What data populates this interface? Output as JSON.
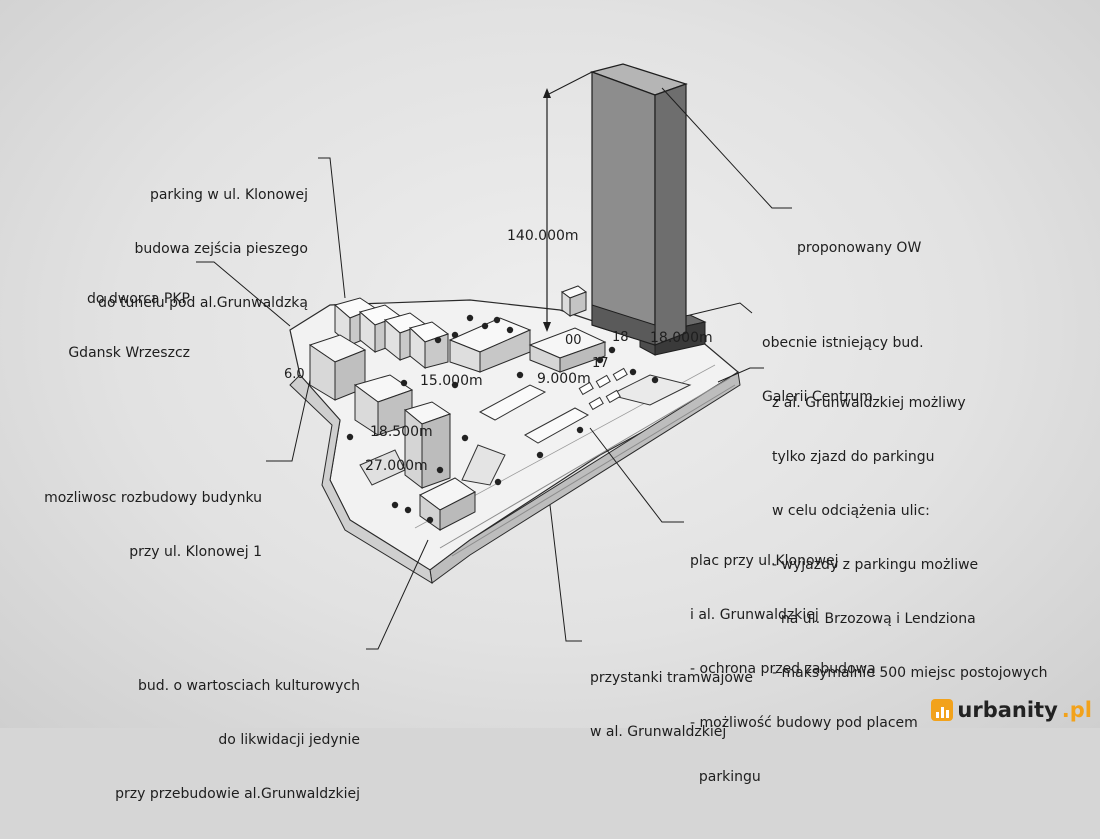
{
  "annotations": {
    "parking_klonowa": [
      "parking w ul. Klonowej",
      "budowa zejścia pieszego",
      "do tunelu pod al.Grunwaldzką"
    ],
    "dworzec": [
      "do dworca PKP",
      "Gdansk Wrzeszcz"
    ],
    "rozbudowa": [
      "mozliwosc rozbudowy budynku",
      "przy ul. Klonowej 1"
    ],
    "kulturowe": [
      "bud. o wartosciach kulturowych",
      "do likwidacji jedynie",
      "przy przebudowie al.Grunwaldzkiej"
    ],
    "proponowany": [
      "proponowany OW"
    ],
    "galeria": [
      "obecnie istniejący bud.",
      "Galerii Centrum"
    ],
    "zjazd": [
      "z al. Grunwaldzkiej możliwy",
      "tylko zjazd do parkingu",
      "w celu odciążenia ulic:",
      "- wyjazdy z parkingu możliwe",
      "  na ul. Brzozową i Lendziona",
      "- maksymalnie 500 miejsc postojowych"
    ],
    "plac": [
      "plac przy ul.Klonowej",
      "i al. Grunwaldzkiej",
      "- ochrona przed zabudową",
      "- możliwość budowy pod placem",
      "  parkingu"
    ],
    "przystanki": [
      "przystanki tramwajowe",
      "w al. Grunwaldzkiej"
    ]
  },
  "dimensions": {
    "tower_height": "140.000m",
    "galeria_height": "18.000m",
    "label_18": "18",
    "label_15": "15.000m",
    "label_9": "9.000m",
    "label_18_5": "18.500m",
    "label_27": "27.000m",
    "label_6": "6.0",
    "label_17": "17",
    "label_stub": "00"
  },
  "watermark": {
    "brand": "urbanity",
    "tld": ".pl",
    "accent_color": "#f2a21b"
  },
  "colors": {
    "tower_front": "#8d8d8d",
    "tower_side": "#6e6e6e",
    "tower_top": "#b5b5b5",
    "ground": "#f4f4f4",
    "building": "#ececec",
    "outline": "#2a2a2a"
  }
}
